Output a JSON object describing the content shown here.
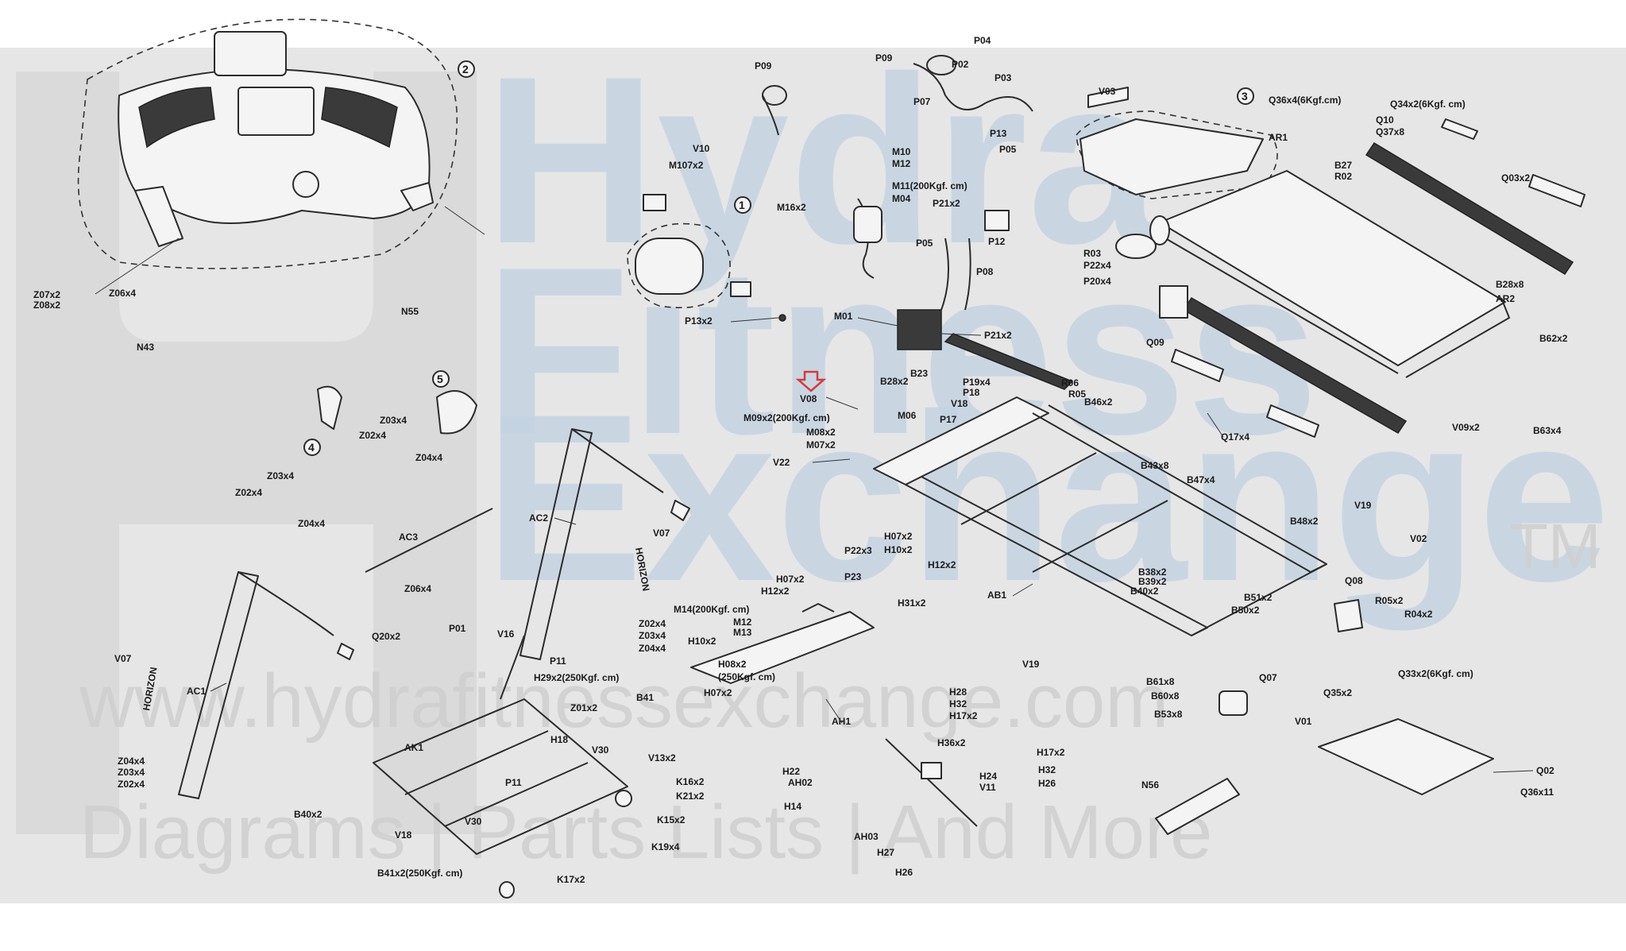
{
  "watermark": {
    "line1": "Hydra",
    "line2": "Fitness",
    "line3": "Exchange",
    "tm": "TM",
    "url": "www.hydrafitnessexchange.com",
    "tagline": "Diagrams | Parts Lists | And More"
  },
  "callouts": {
    "c1": "1",
    "c2": "2",
    "c3": "3",
    "c4": "4",
    "c5": "5"
  },
  "labels": {
    "z07": "Z07x2",
    "z08": "Z08x2",
    "z06a": "Z06x4",
    "n55": "N55",
    "n43": "N43",
    "p09a": "P09",
    "v10": "V10",
    "m107": "M107x2",
    "p13": "P13x2",
    "p09b": "P09",
    "p04": "P04",
    "p02": "P02",
    "p03": "P03",
    "p07": "P07",
    "p13b": "P13",
    "p05b": "P05",
    "m10": "M10",
    "m12a": "M12",
    "m11": "M11(200Kgf. cm)",
    "m04": "M04",
    "m16": "M16x2",
    "p21a": "P21x2",
    "p12": "P12",
    "p05": "P05",
    "p08": "P08",
    "m01": "M01",
    "p21b": "P21x2",
    "v03": "V03",
    "q36a": "Q36x4(6Kgf.cm)",
    "q34": "Q34x2(6Kgf. cm)",
    "q10": "Q10",
    "q37": "Q37x8",
    "ar1": "AR1",
    "b27": "B27",
    "r02": "R02",
    "q03": "Q03x2",
    "r03": "R03",
    "p22a": "P22x4",
    "p20": "P20x4",
    "b28": "B28x8",
    "ar2": "AR2",
    "q09": "Q09",
    "b62": "B62x2",
    "b23": "B23",
    "b28b": "B28x2",
    "p19": "P19x4",
    "p18": "P18",
    "v18a": "V18",
    "p17": "P17",
    "r06": "R06",
    "r05": "R05",
    "b46a": "B46x2",
    "v08": "V08",
    "m09": "M09x2(200Kgf. cm)",
    "m06": "M06",
    "m08": "M08x2",
    "m07": "M07x2",
    "v22": "V22",
    "q17": "Q17x4",
    "v09": "V09x2",
    "b63": "B63x4",
    "b43": "B43x8",
    "b47": "B47x4",
    "b48": "B48x2",
    "v19a": "V19",
    "v02": "V02",
    "z03a": "Z03x4",
    "z02a": "Z02x4",
    "z04a": "Z04x4",
    "z03b": "Z03x4",
    "z02b": "Z02x4",
    "z04b": "Z04x4",
    "ac3": "AC3",
    "z06b": "Z06x4",
    "ac2": "AC2",
    "v07a": "V07",
    "horizon1": "HORIZON",
    "p22b": "P22x3",
    "p23": "P23",
    "h07a": "H07x2",
    "h10a": "H10x2",
    "h12a": "H12x2",
    "h07b": "H07x2",
    "h12b": "H12x2",
    "h31": "H31x2",
    "ab1": "AB1",
    "b38": "B38x2",
    "b39": "B39x2",
    "b40a": "B40x2",
    "b51": "B51x2",
    "b50": "B50x2",
    "q08": "Q08",
    "r05b": "R05x2",
    "r04": "R04x2",
    "q35": "Q35x2",
    "q33": "Q33x2(6Kgf. cm)",
    "v19b": "V19",
    "b61": "B61x8",
    "b60": "B60x8",
    "b53": "B53x8",
    "q07": "Q07",
    "v01": "V01",
    "q02": "Q02",
    "q36b": "Q36x11",
    "v07b": "V07",
    "horizon2": "HORIZON",
    "ac1": "AC1",
    "q20": "Q20x2",
    "p01": "P01",
    "v16": "V16",
    "p11": "P11",
    "z02c": "Z02x4",
    "z03c": "Z03x4",
    "z04c": "Z04x4",
    "m14": "M14(200Kgf. cm)",
    "m12b": "M12",
    "m13": "M13",
    "h10b": "H10x2",
    "h08": "H08x2",
    "h08note": "(250Kgf. cm)",
    "h07c": "H07x2",
    "ah1": "AH1",
    "h29": "H29x2(250Kgf. cm)",
    "z01": "Z01x2",
    "b41a": "B41",
    "v13": "V13x2",
    "h18": "H18",
    "v30a": "V30",
    "p11b": "P11",
    "ak1": "AK1",
    "z04d": "Z04x4",
    "z03d": "Z03x4",
    "z02d": "Z02x4",
    "b40b": "B40x2",
    "v18b": "V18",
    "v30b": "V30",
    "k16": "K16x2",
    "k21": "K21x2",
    "k15": "K15x2",
    "k19": "K19x4",
    "b41b": "B41x2(250Kgf. cm)",
    "k17": "K17x2",
    "h28": "H28",
    "h32a": "H32",
    "h17a": "H17x2",
    "h36": "H36x2",
    "h22": "H22",
    "ah02": "AH02",
    "h14": "H14",
    "h24": "H24",
    "v11": "V11",
    "h17b": "H17x2",
    "h32b": "H32",
    "h26a": "H26",
    "ah03": "AH03",
    "h27": "H27",
    "h26b": "H26",
    "n56": "N56"
  }
}
